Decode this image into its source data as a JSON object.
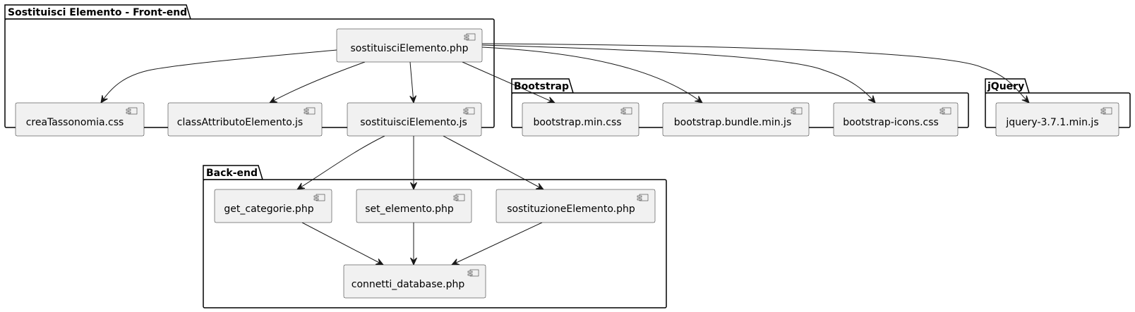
{
  "packages": [
    {
      "id": "frontend",
      "title": "Sostituisci Elemento - Front-end"
    },
    {
      "id": "bootstrap",
      "title": "Bootstrap"
    },
    {
      "id": "jquery",
      "title": "jQuery"
    },
    {
      "id": "backend",
      "title": "Back-end"
    }
  ],
  "components": [
    {
      "id": "sostituisciElemento_php",
      "label": "sostituisciElemento.php",
      "package": "frontend"
    },
    {
      "id": "creaTassonomia_css",
      "label": "creaTassonomia.css",
      "package": "frontend"
    },
    {
      "id": "classAttributoElemento_js",
      "label": "classAttributoElemento.js",
      "package": "frontend"
    },
    {
      "id": "sostituisciElemento_js",
      "label": "sostituisciElemento.js",
      "package": "frontend"
    },
    {
      "id": "bootstrap_min_css",
      "label": "bootstrap.min.css",
      "package": "bootstrap"
    },
    {
      "id": "bootstrap_bundle_min_js",
      "label": "bootstrap.bundle.min.js",
      "package": "bootstrap"
    },
    {
      "id": "bootstrap_icons_css",
      "label": "bootstrap-icons.css",
      "package": "bootstrap"
    },
    {
      "id": "jquery_js",
      "label": "jquery-3.7.1.min.js",
      "package": "jquery"
    },
    {
      "id": "get_categorie_php",
      "label": "get_categorie.php",
      "package": "backend"
    },
    {
      "id": "set_elemento_php",
      "label": "set_elemento.php",
      "package": "backend"
    },
    {
      "id": "sostituzioneElemento_php",
      "label": "sostituzioneElemento.php",
      "package": "backend"
    },
    {
      "id": "connetti_database_php",
      "label": "connetti_database.php",
      "package": "backend"
    }
  ],
  "edges": [
    {
      "from": "sostituisciElemento_php",
      "to": "creaTassonomia_css"
    },
    {
      "from": "sostituisciElemento_php",
      "to": "classAttributoElemento_js"
    },
    {
      "from": "sostituisciElemento_php",
      "to": "sostituisciElemento_js"
    },
    {
      "from": "sostituisciElemento_php",
      "to": "bootstrap_min_css"
    },
    {
      "from": "sostituisciElemento_php",
      "to": "bootstrap_bundle_min_js"
    },
    {
      "from": "sostituisciElemento_php",
      "to": "bootstrap_icons_css"
    },
    {
      "from": "sostituisciElemento_php",
      "to": "jquery_js"
    },
    {
      "from": "sostituisciElemento_js",
      "to": "get_categorie_php"
    },
    {
      "from": "sostituisciElemento_js",
      "to": "set_elemento_php"
    },
    {
      "from": "sostituisciElemento_js",
      "to": "sostituzioneElemento_php"
    },
    {
      "from": "get_categorie_php",
      "to": "connetti_database_php"
    },
    {
      "from": "set_elemento_php",
      "to": "connetti_database_php"
    },
    {
      "from": "sostituzioneElemento_php",
      "to": "connetti_database_php"
    }
  ],
  "colors": {
    "component_fill": "#f1f1f1",
    "line": "#181818",
    "package_border": "#000000"
  }
}
